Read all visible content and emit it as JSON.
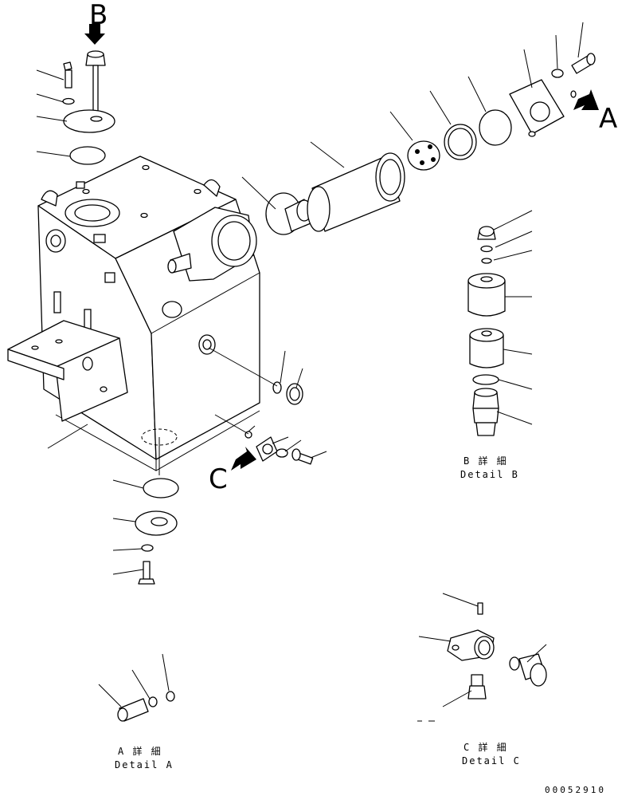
{
  "view_labels": {
    "b": "B",
    "a": "A",
    "c": "C"
  },
  "details": {
    "b": {
      "jp": "B 詳 細",
      "en": "Detail B"
    },
    "a": {
      "jp": "A 詳 細",
      "en": "Detail A"
    },
    "c": {
      "jp": "C 詳 細",
      "en": "Detail C"
    }
  },
  "drawing_number": "00052910"
}
